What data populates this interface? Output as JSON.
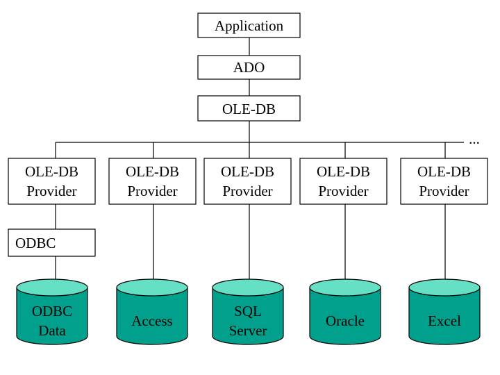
{
  "stack": {
    "application": "Application",
    "ado": "ADO",
    "oledb": "OLE-DB",
    "ellipsis": "..."
  },
  "providers": [
    {
      "line1": "OLE-DB",
      "line2": "Provider"
    },
    {
      "line1": "OLE-DB",
      "line2": "Provider"
    },
    {
      "line1": "OLE-DB",
      "line2": "Provider"
    },
    {
      "line1": "OLE-DB",
      "line2": "Provider"
    },
    {
      "line1": "OLE-DB",
      "line2": "Provider"
    }
  ],
  "odbc": "ODBC",
  "data_sources": [
    {
      "lines": [
        "ODBC",
        "Data"
      ]
    },
    {
      "lines": [
        "Access"
      ]
    },
    {
      "lines": [
        "SQL",
        "Server"
      ]
    },
    {
      "lines": [
        "Oracle"
      ]
    },
    {
      "lines": [
        "Excel"
      ]
    }
  ],
  "colors": {
    "cylinder_body": "#00a08c",
    "cylinder_top": "#66e0c4",
    "stroke": "#000000",
    "box_fill": "#ffffff"
  }
}
